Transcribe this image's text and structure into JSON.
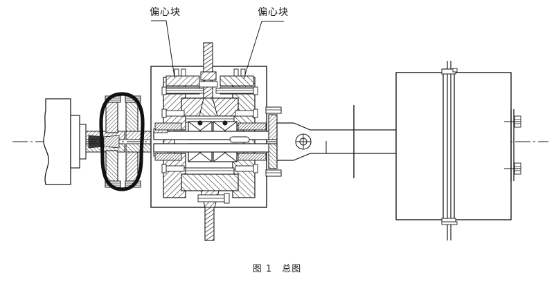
{
  "figure": {
    "caption_number": "图 1",
    "caption_title": "总图",
    "background_color": "#ffffff",
    "line_color": "#1a1a1a"
  },
  "labels": {
    "eccentric_left": "偏心块",
    "eccentric_right": "偏心块"
  },
  "components": {
    "motor": "motor-body",
    "flange_coupling": "flange-coupling",
    "tire_coupling": "flexible-tire-coupling",
    "gearbox_housing": "vibrator-housing",
    "bearing_left": "roller-bearing-left",
    "bearing_right": "roller-bearing-right",
    "eccentric_block_left": "eccentric-block-left",
    "eccentric_block_right": "eccentric-block-right",
    "vertical_shaft_top": "threaded-shaft-top",
    "vertical_shaft_bottom": "threaded-shaft-bottom",
    "output_flange": "output-flange",
    "connecting_rod": "connecting-rod",
    "rod_pin": "rod-pin-detail",
    "vibrating_body": "vibrating-body-box",
    "mounting_plate": "mounting-plate",
    "center_line": "axis-center-line"
  }
}
